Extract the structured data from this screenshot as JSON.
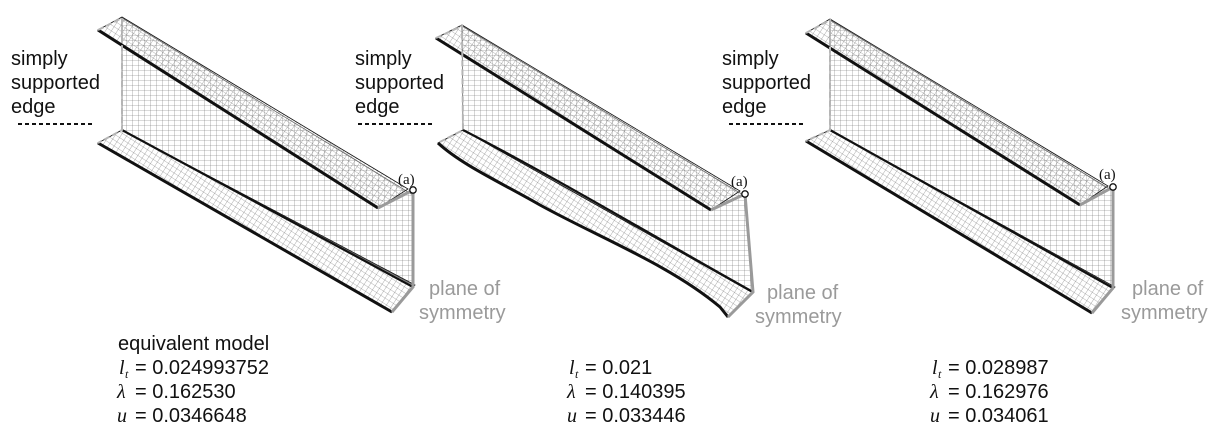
{
  "panels": [
    {
      "edge_label": [
        "simply",
        "supported",
        "edge"
      ],
      "point_label": "(a)",
      "plane_label": [
        "plane of",
        "symmetry"
      ],
      "title": "equivalent model",
      "params": [
        {
          "sym": "l",
          "sub": "t",
          "value": "= 0.024993752"
        },
        {
          "sym": "λ",
          "sub": "",
          "value": "= 0.162530"
        },
        {
          "sym": "u",
          "sub": "",
          "value": "= 0.0346648"
        }
      ]
    },
    {
      "edge_label": [
        "simply",
        "supported",
        "edge"
      ],
      "point_label": "(a)",
      "plane_label": [
        "plane of",
        "symmetry"
      ],
      "title": "",
      "params": [
        {
          "sym": "l",
          "sub": "t",
          "value": "= 0.021"
        },
        {
          "sym": "λ",
          "sub": "",
          "value": "= 0.140395"
        },
        {
          "sym": "u",
          "sub": "",
          "value": "= 0.033446"
        }
      ]
    },
    {
      "edge_label": [
        "simply",
        "supported",
        "edge"
      ],
      "point_label": "(a)",
      "plane_label": [
        "plane of",
        "symmetry"
      ],
      "title": "",
      "params": [
        {
          "sym": "l",
          "sub": "t",
          "value": "= 0.028987"
        },
        {
          "sym": "λ",
          "sub": "",
          "value": "= 0.162976"
        },
        {
          "sym": "u",
          "sub": "",
          "value": "= 0.034061"
        }
      ]
    }
  ],
  "colors": {
    "mesh": "#6a6a6a",
    "edge": "#111111",
    "support": "#b5b5b5",
    "symmetry_text": "#9a9a9a"
  }
}
